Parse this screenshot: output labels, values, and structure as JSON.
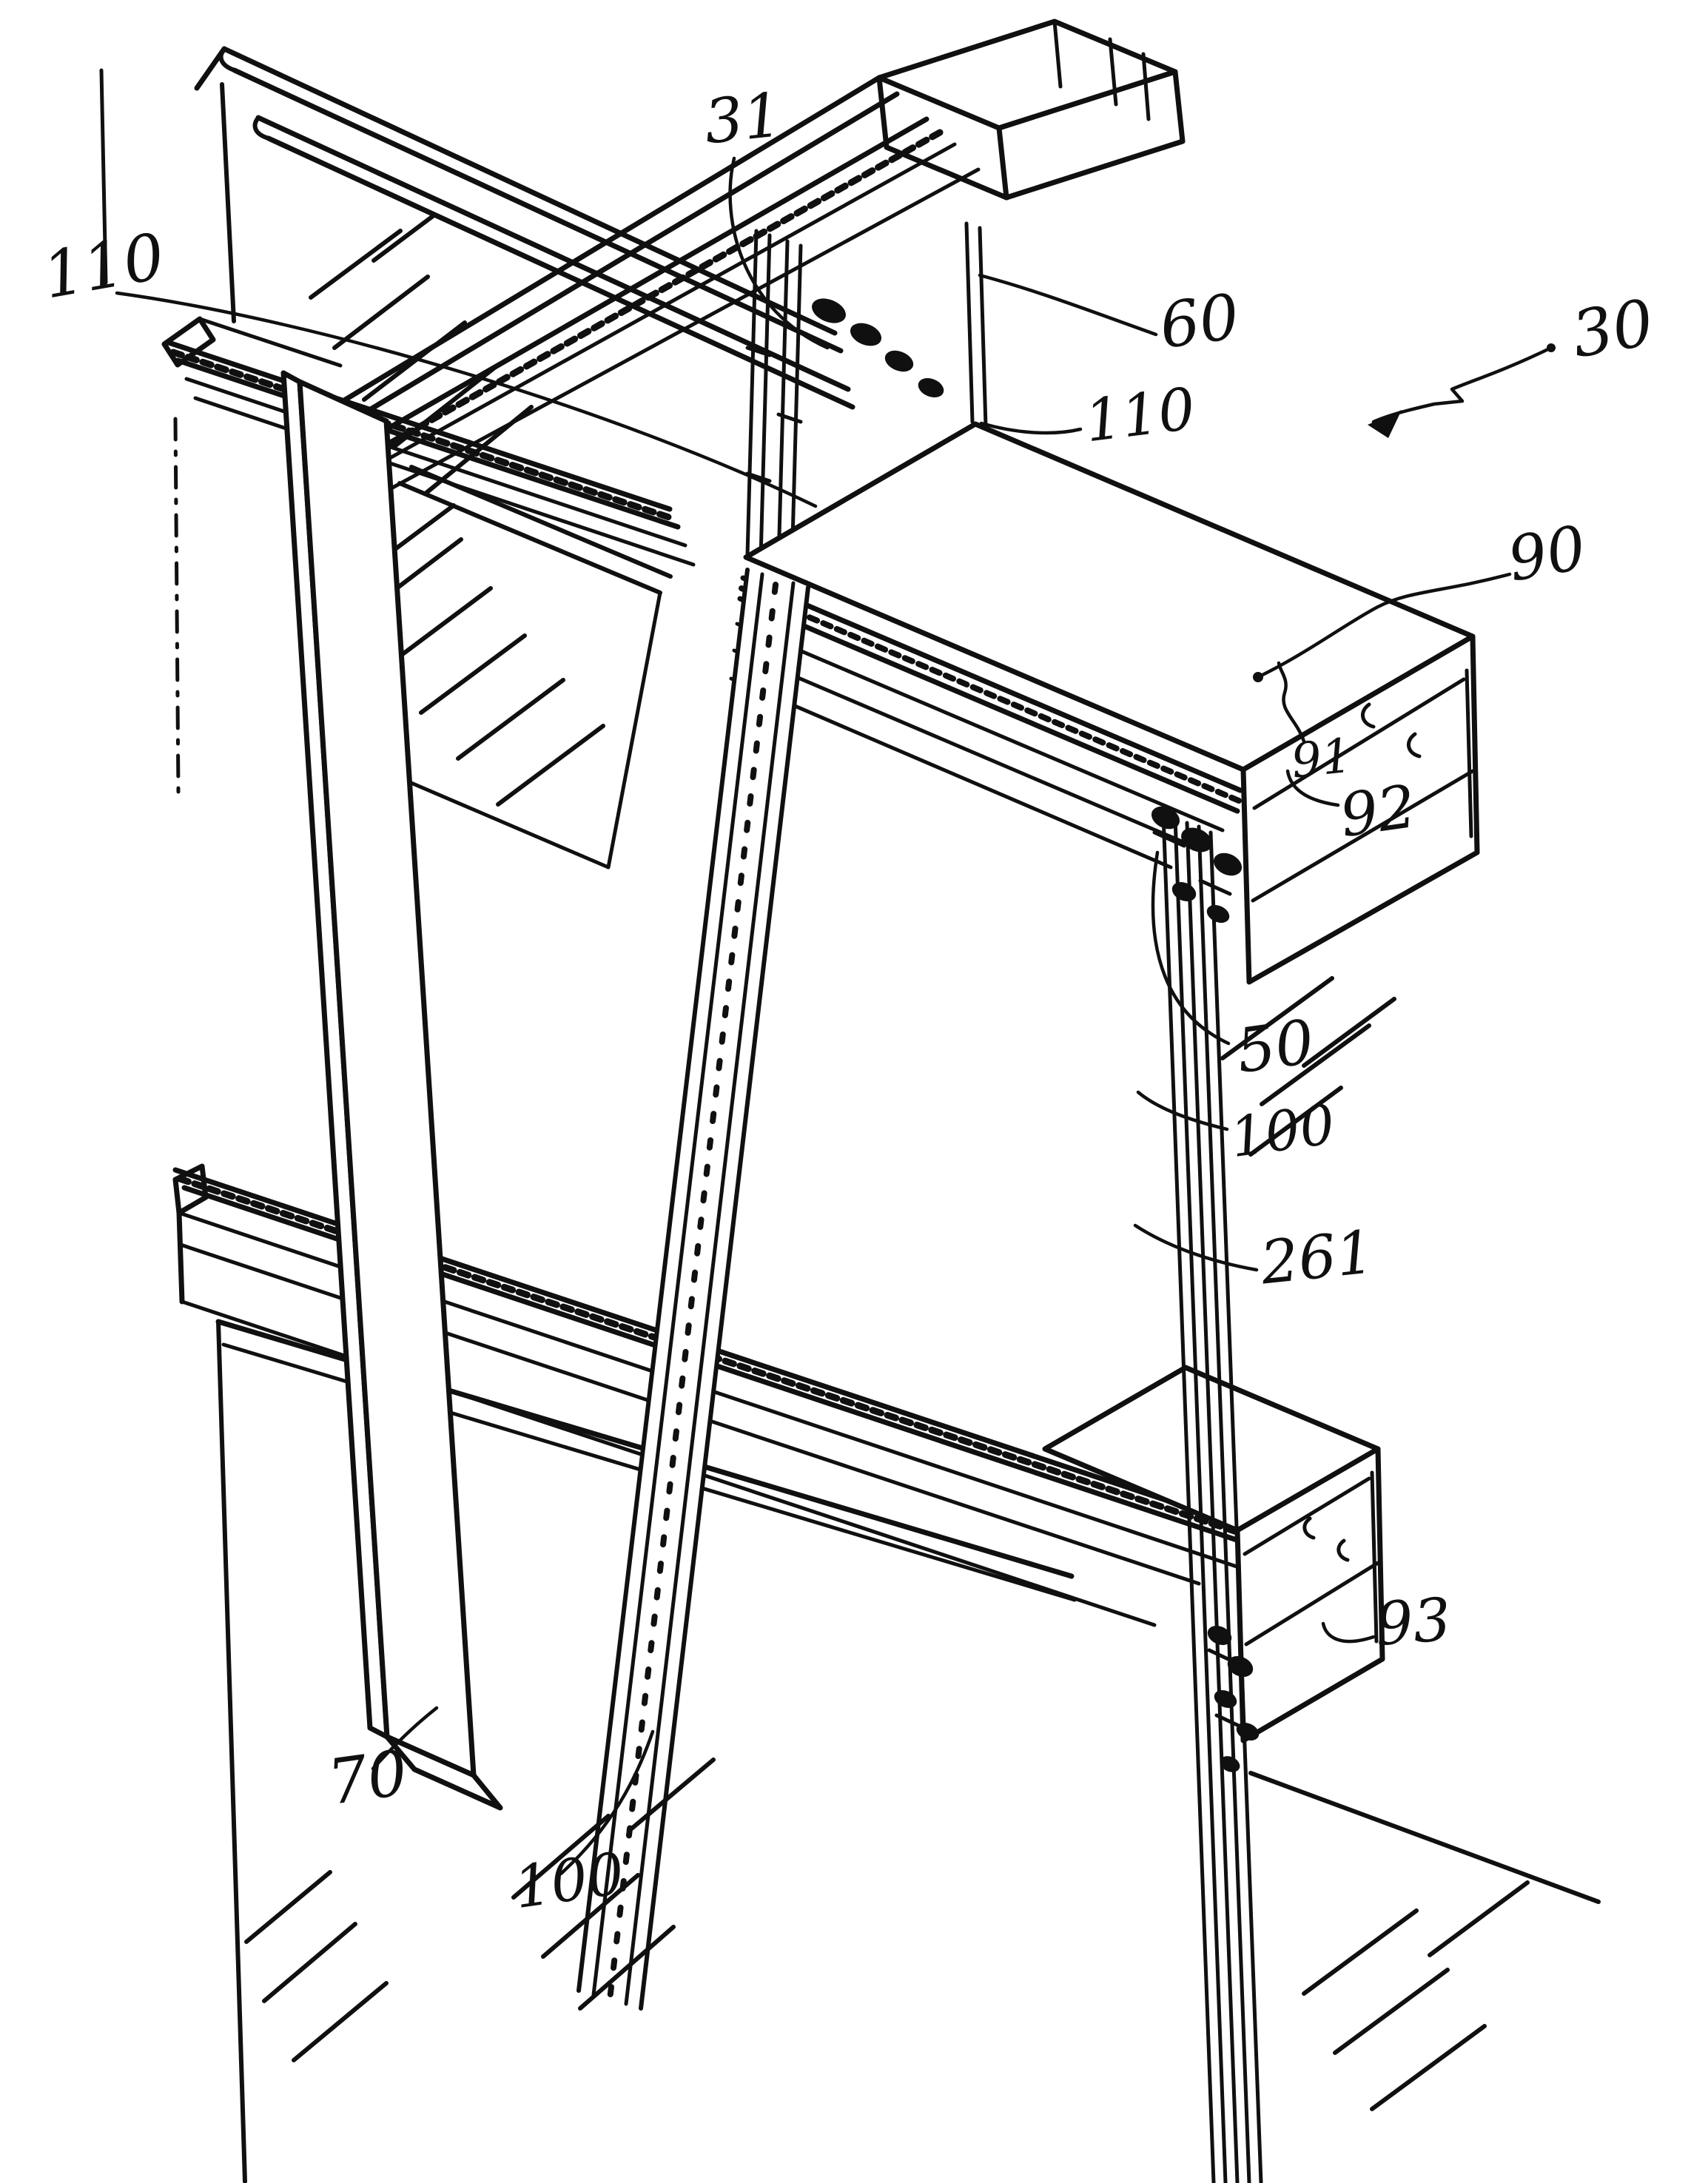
{
  "figure": {
    "kind": "patent-line-drawing",
    "paper_color": "#ffffff",
    "ink_color": "#101010"
  },
  "labels": {
    "l110a": {
      "text": "110"
    },
    "l31": {
      "text": "31"
    },
    "l60": {
      "text": "60"
    },
    "l110b": {
      "text": "110"
    },
    "l30": {
      "text": "30"
    },
    "l90": {
      "text": "90"
    },
    "l91": {
      "text": "91"
    },
    "l92": {
      "text": "92"
    },
    "l50": {
      "text": "50"
    },
    "l100a": {
      "text": "100"
    },
    "l261": {
      "text": "261"
    },
    "l93": {
      "text": "93"
    },
    "l70": {
      "text": "70"
    },
    "l100b": {
      "text": "100"
    }
  }
}
